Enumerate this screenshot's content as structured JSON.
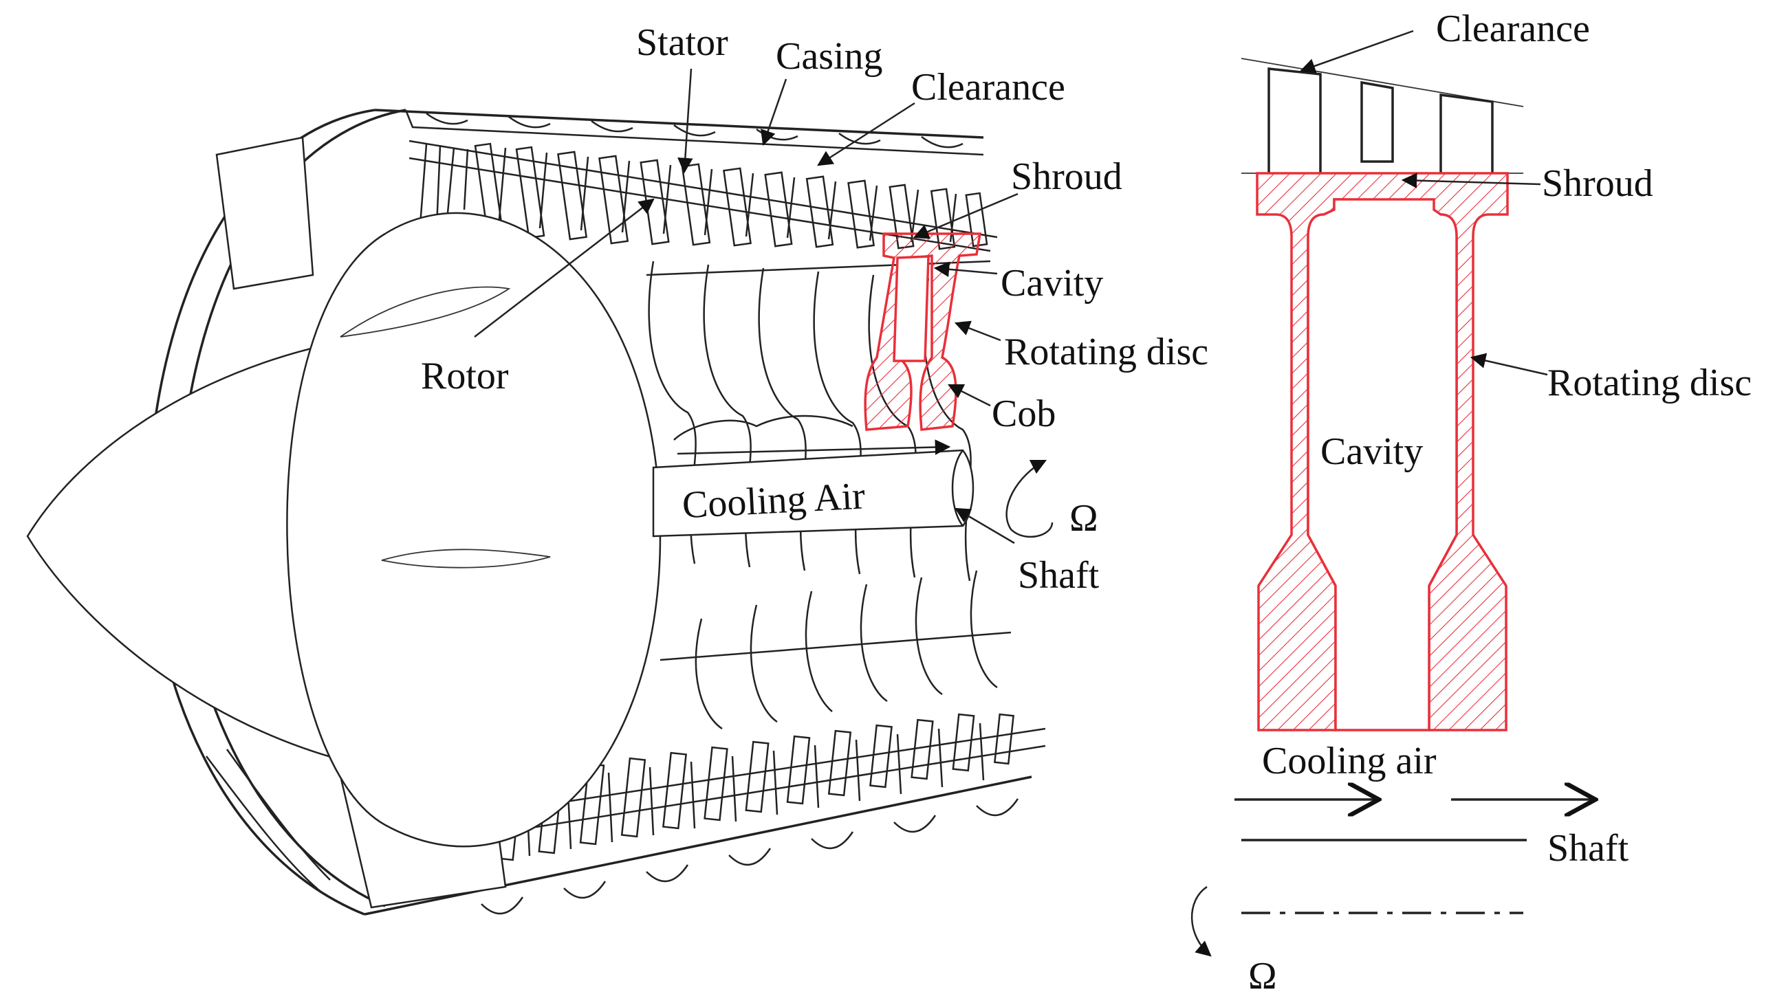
{
  "figure": {
    "left_panel": {
      "labels": {
        "stator": "Stator",
        "casing": "Casing",
        "clearance": "Clearance",
        "shroud": "Shroud",
        "cavity": "Cavity",
        "rotating_disc": "Rotating disc",
        "cob": "Cob",
        "rotor": "Rotor",
        "cooling_air": "Cooling Air",
        "omega": "Ω",
        "shaft": "Shaft"
      }
    },
    "right_panel": {
      "labels": {
        "clearance": "Clearance",
        "shroud": "Shroud",
        "rotating_disc": "Rotating disc",
        "cavity": "Cavity",
        "cooling_air": "Cooling air",
        "shaft": "Shaft",
        "omega": "Ω"
      }
    },
    "colors": {
      "highlight": "#e8303a",
      "line": "#222222",
      "background": "#ffffff"
    }
  }
}
